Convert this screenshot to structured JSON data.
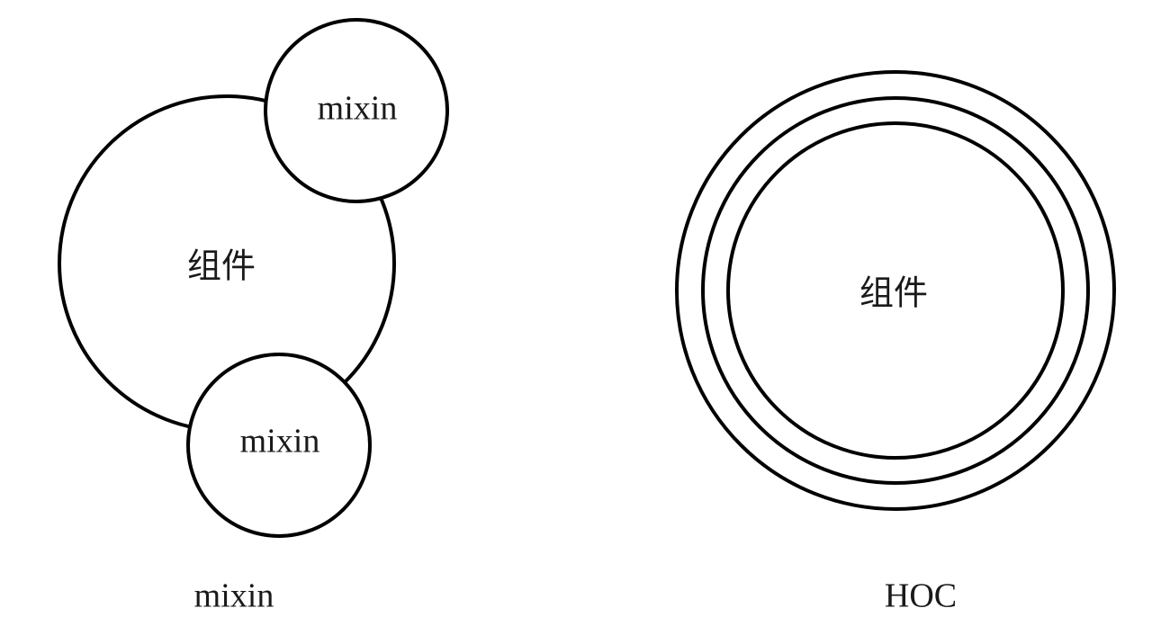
{
  "mixin_diagram": {
    "component_label": "组件",
    "mixin_top_label": "mixin",
    "mixin_bottom_label": "mixin",
    "caption": "mixin"
  },
  "hoc_diagram": {
    "component_label": "组件",
    "caption": "HOC"
  }
}
